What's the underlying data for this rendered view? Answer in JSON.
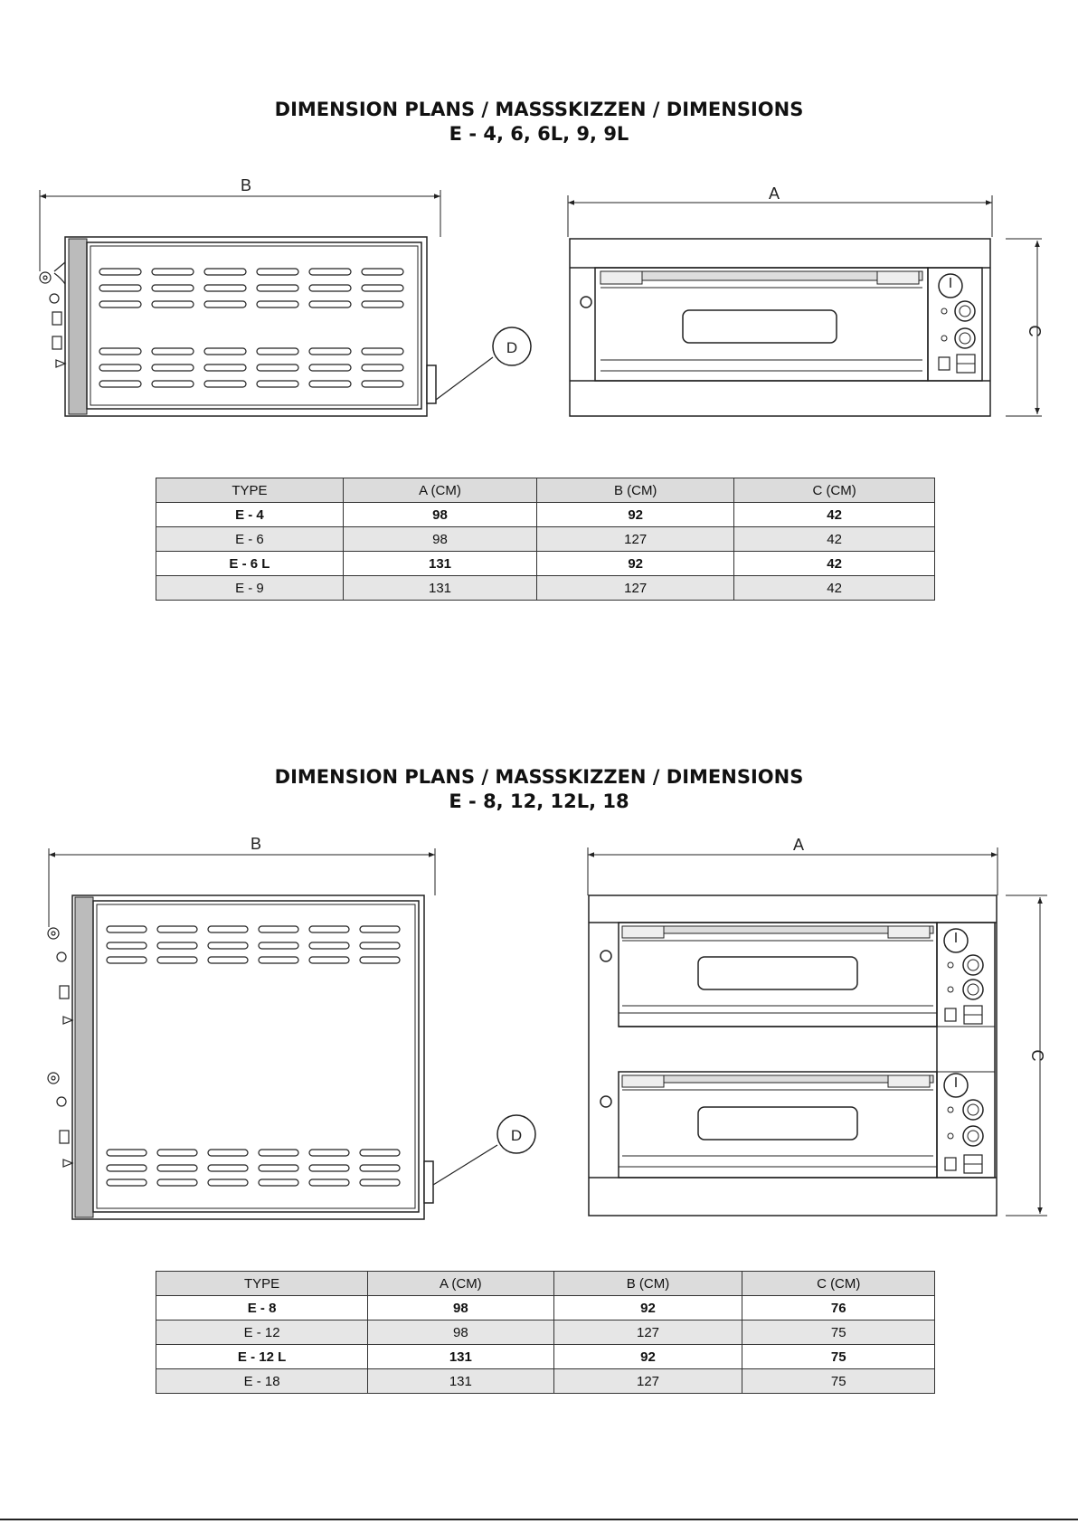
{
  "sections": [
    {
      "title": "DIMENSION PLANS / MASSSKIZZEN / DIMENSIONS",
      "subtitle": "E - 4, 6, 6L, 9, 9L",
      "labels": {
        "b": "B",
        "a": "A",
        "c": "C",
        "d": "D"
      },
      "headers": [
        "TYPE",
        "A (CM)",
        "B (CM)",
        "C (CM)"
      ],
      "rows": [
        [
          "E - 4",
          "98",
          "92",
          "42"
        ],
        [
          "E - 6",
          "98",
          "127",
          "42"
        ],
        [
          "E - 6 L",
          "131",
          "92",
          "42"
        ],
        [
          "E - 9",
          "131",
          "127",
          "42"
        ]
      ]
    },
    {
      "title": "DIMENSION PLANS / MASSSKIZZEN / DIMENSIONS",
      "subtitle": "E - 8, 12, 12L, 18",
      "labels": {
        "b": "B",
        "a": "A",
        "c": "C",
        "d": "D"
      },
      "headers": [
        "TYPE",
        "A (CM)",
        "B (CM)",
        "C (CM)"
      ],
      "rows": [
        [
          "E - 8",
          "98",
          "92",
          "76"
        ],
        [
          "E - 12",
          "98",
          "127",
          "75"
        ],
        [
          "E - 12 L",
          "131",
          "92",
          "75"
        ],
        [
          "E - 18",
          "131",
          "127",
          "75"
        ]
      ]
    }
  ]
}
